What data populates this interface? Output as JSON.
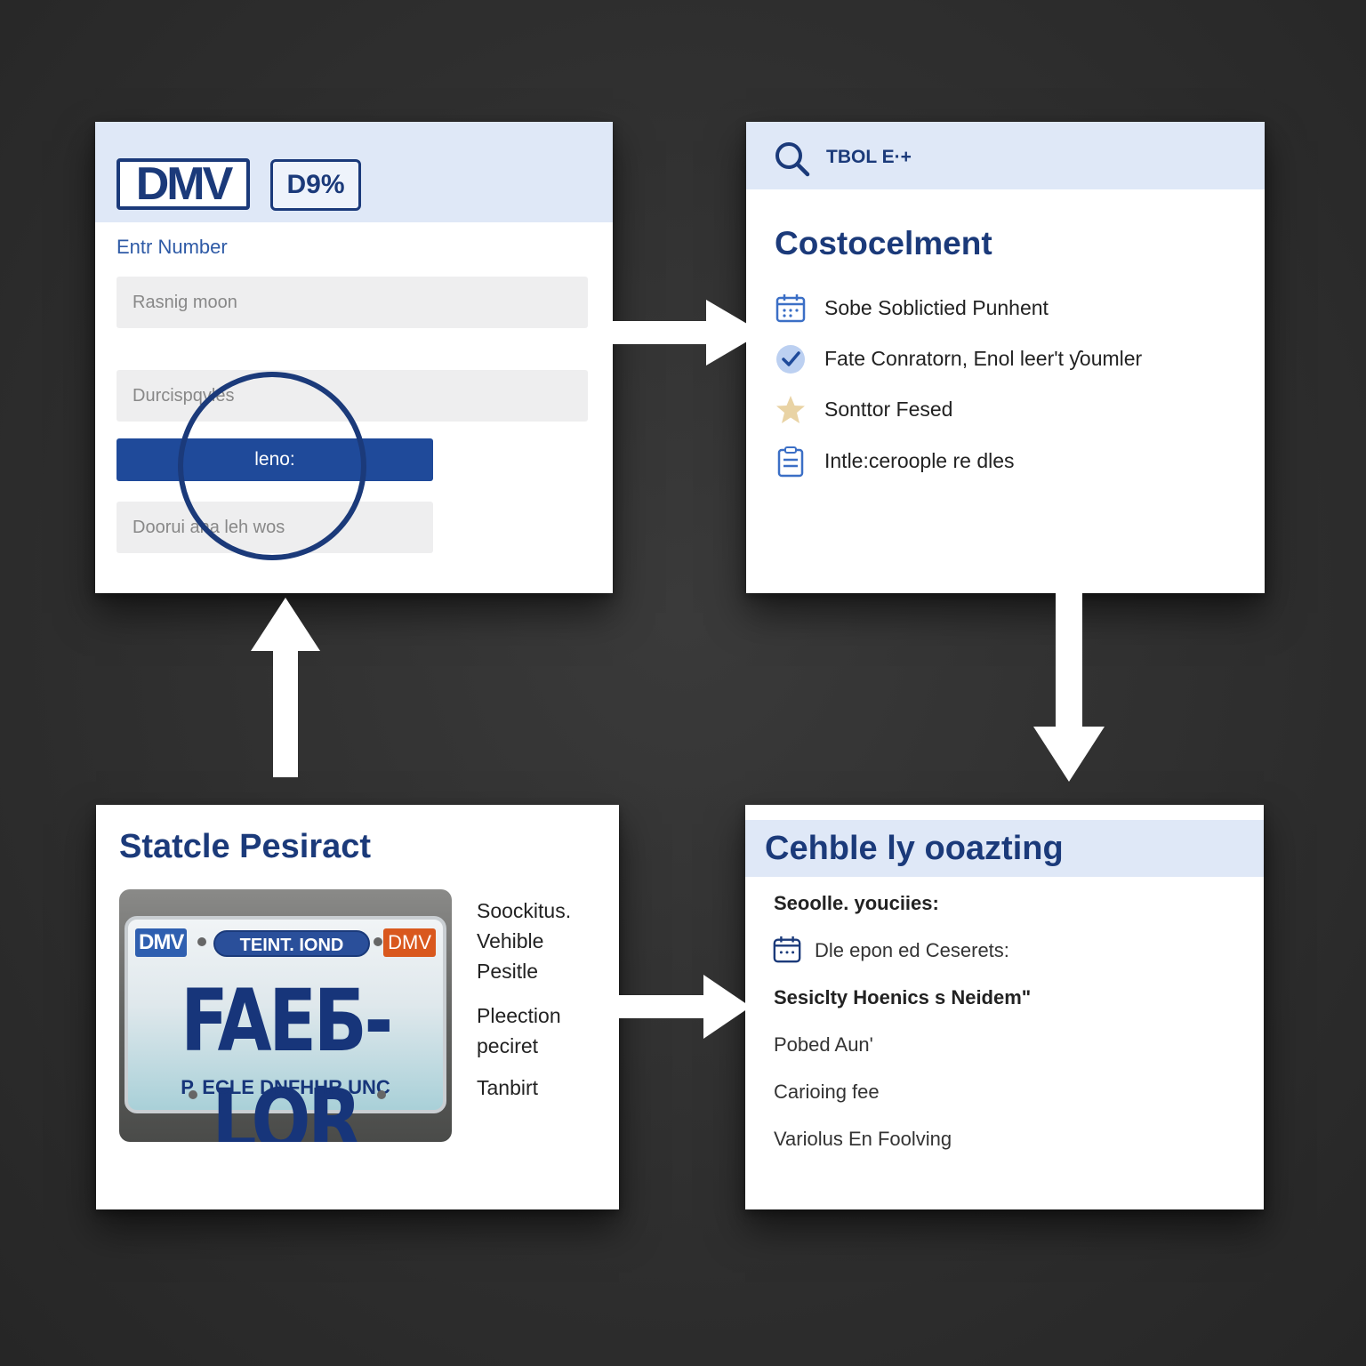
{
  "panel_login": {
    "logo_text": "DMV",
    "badge_text": "D9%",
    "label": "Entr Number",
    "field1_placeholder": "Rasnig moon",
    "field2_placeholder": "Durcispqvles",
    "button_label": "leno:",
    "field3_placeholder": "Doorui ana leh wos"
  },
  "panel_results": {
    "header_text": "TBOL E·+",
    "title": "Costocelment",
    "items": [
      {
        "icon": "calendar-icon",
        "text": "Sobe  Soblictied Punhent"
      },
      {
        "icon": "check-circle-icon",
        "text": "Fate   Conratorn, Enol leer't ƴoumler"
      },
      {
        "icon": "star-icon",
        "text": "Sonttor Fesed"
      },
      {
        "icon": "clipboard-icon",
        "text": "Intle:ceroople re dles"
      }
    ]
  },
  "panel_plate": {
    "title": "Statcle Pesiract",
    "plate": {
      "left_badge": "DMV",
      "state_text": "TEINT. IOND",
      "right_badge": "DMV",
      "number": "FAEБ-LOR",
      "subtitle": "P. ECLE DNFHHR UNC"
    },
    "side_lines": [
      "Soockitus.",
      "Vehible",
      "Pesitle",
      "Pleection",
      "peciret",
      "Tanbirt"
    ]
  },
  "panel_details": {
    "title": "Cehble ly ooazting",
    "lines": [
      {
        "text": "Seoolle. youciies:",
        "bold": true
      },
      {
        "text": "Dle epon ed Ceserets:",
        "bold": false,
        "icon": "calendar-icon"
      },
      {
        "text": "Sesiclty Hoenics s Neidem\"",
        "bold": true
      },
      {
        "text": "Pobed Aun'",
        "bold": false
      },
      {
        "text": "Carioing fee",
        "bold": false
      },
      {
        "text": "Variolus En Foolving",
        "bold": false
      }
    ]
  },
  "colors": {
    "navy": "#1b3a7a",
    "header_bg": "#dfe8f7",
    "button_blue": "#1f4a9a",
    "background": "#2e2e2e"
  }
}
